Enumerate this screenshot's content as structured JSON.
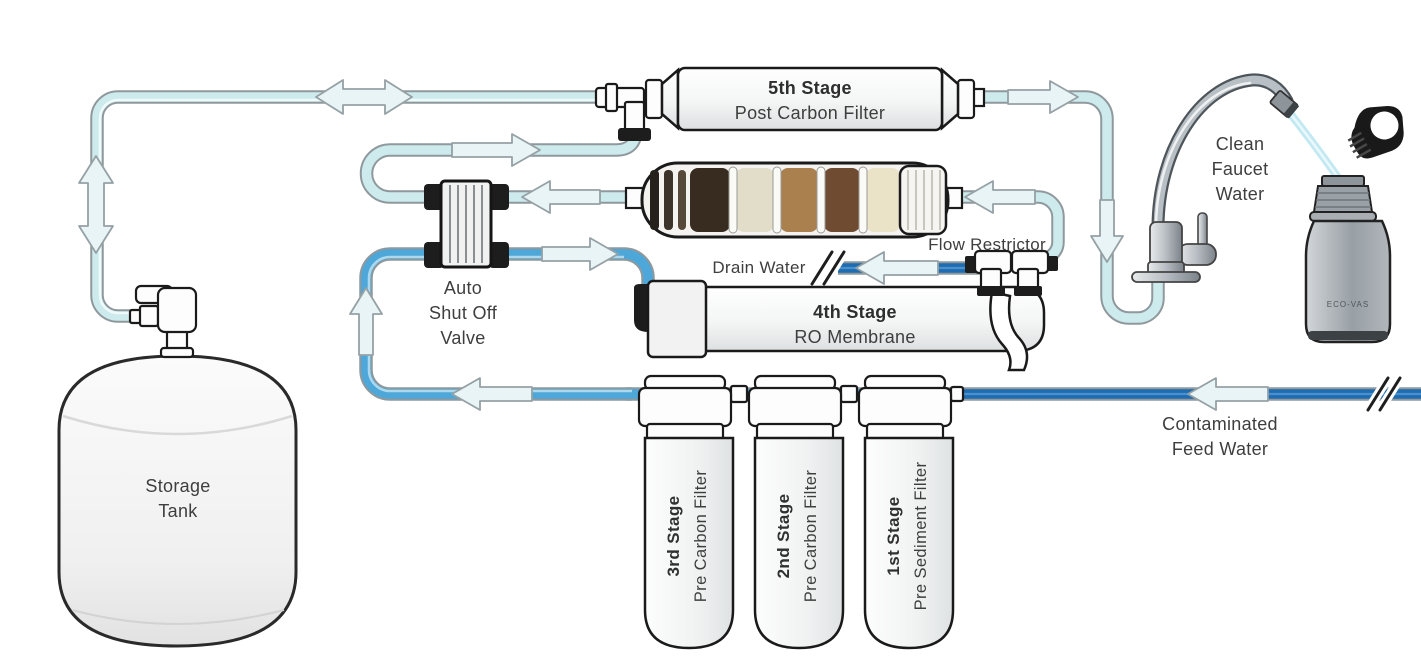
{
  "diagram": {
    "type": "reverse-osmosis-water-filtration-system",
    "stages": {
      "stage5": {
        "title": "5th Stage",
        "subtitle": "Post Carbon Filter"
      },
      "stage4": {
        "title": "4th Stage",
        "subtitle": "RO Membrane"
      },
      "stage3": {
        "title": "3rd Stage",
        "subtitle": "Pre Carbon Filter"
      },
      "stage2": {
        "title": "2nd Stage",
        "subtitle": "Pre Carbon Filter"
      },
      "stage1": {
        "title": "1st Stage",
        "subtitle": "Pre Sediment Filter"
      }
    },
    "labels": {
      "auto_shutoff": {
        "line1": "Auto",
        "line2": "Shut Off",
        "line3": "Valve"
      },
      "storage_tank": {
        "line1": "Storage",
        "line2": "Tank"
      },
      "flow_restrictor": "Flow Restrictor",
      "drain_water": "Drain Water",
      "contaminated_feed": {
        "line1": "Contaminated",
        "line2": "Feed Water"
      },
      "clean_faucet": {
        "line1": "Clean",
        "line2": "Faucet",
        "line3": "Water"
      },
      "bottle_brand": "ECO-VAS"
    },
    "colors": {
      "pipe_light": "#cdeaec",
      "pipe_blue": "#4da7d9",
      "pipe_dark_blue": "#1e6cb2",
      "arrow_fill": "#e9f4f6",
      "outline": "#1a1a1a",
      "label_text": "#3e3e3e"
    }
  }
}
